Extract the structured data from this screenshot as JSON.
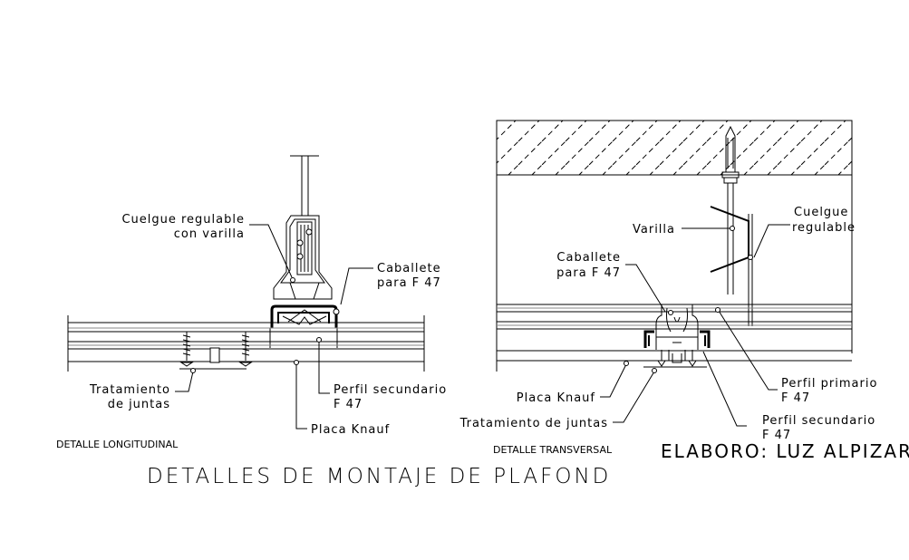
{
  "left_detail": {
    "labels": {
      "cuelgue_line1": "Cuelgue regulable",
      "cuelgue_line2": "con varilla",
      "caballete_line1": "Caballete",
      "caballete_line2": "para F 47",
      "tratamiento_line1": "Tratamiento",
      "tratamiento_line2": "de juntas",
      "perfil_line1": "Perfil secundario",
      "perfil_line2": "F 47",
      "placa": "Placa Knauf"
    },
    "caption": "DETALLE LONGITUDINAL"
  },
  "right_detail": {
    "labels": {
      "cuelgue_line1": "Cuelgue",
      "cuelgue_line2": "regulable",
      "varilla": "Varilla",
      "caballete_line1": "Caballete",
      "caballete_line2": "para F 47",
      "perfil_primario_line1": "Perfil primario",
      "perfil_primario_line2": "F 47",
      "placa": "Placa Knauf",
      "tratamiento": "Tratamiento de juntas",
      "perfil_secundario_line1": "Perfil secundario",
      "perfil_secundario_line2": "F 47"
    },
    "caption": "DETALLE TRANSVERSAL"
  },
  "title": "DETALLES DE MONTAJE DE PLAFOND",
  "author": "ELABORO: LUZ ALPIZAR"
}
